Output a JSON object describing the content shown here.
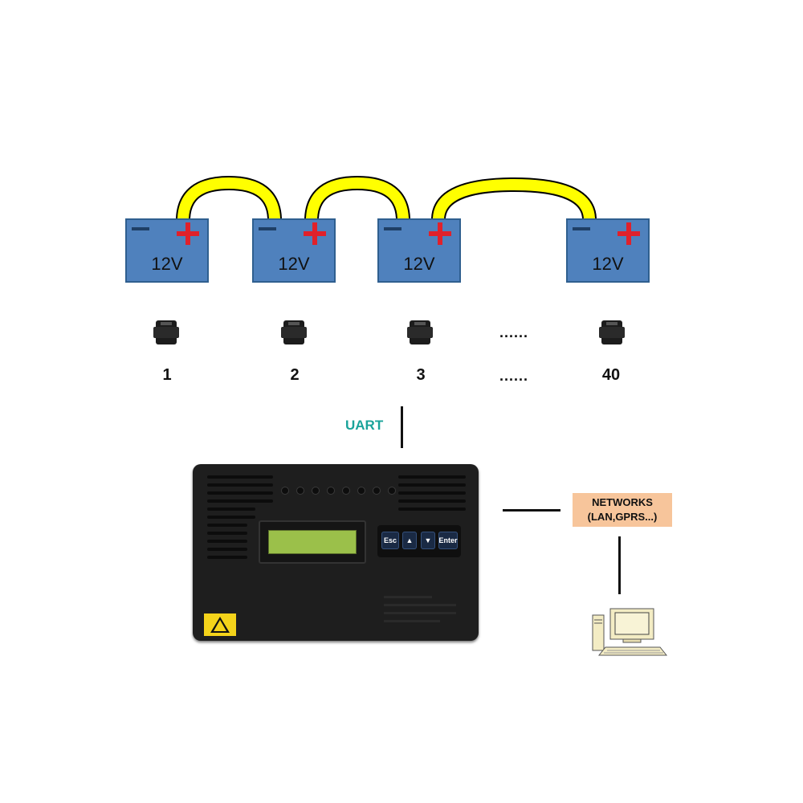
{
  "batteries": [
    {
      "voltage": "12V"
    },
    {
      "voltage": "12V"
    },
    {
      "voltage": "12V"
    },
    {
      "voltage": "12V"
    }
  ],
  "sensors": [
    {
      "number": "1"
    },
    {
      "number": "2"
    },
    {
      "number": "3"
    },
    {
      "number": "40"
    }
  ],
  "ellipsis": "......",
  "uart_label": "UART",
  "networks": {
    "line1": "NETWORKS",
    "line2": "(LAN,GPRS...)"
  },
  "device": {
    "keys": [
      "Esc",
      "▲",
      "▼",
      "Enter"
    ]
  },
  "colors": {
    "battery": "#4f81bd",
    "cable": "#ffff00",
    "positive_terminal": "#e0212b",
    "uart_text": "#1aa39a",
    "networks_box": "#f7c59b",
    "lcd": "#9bc04a",
    "warning": "#f4d31a"
  }
}
